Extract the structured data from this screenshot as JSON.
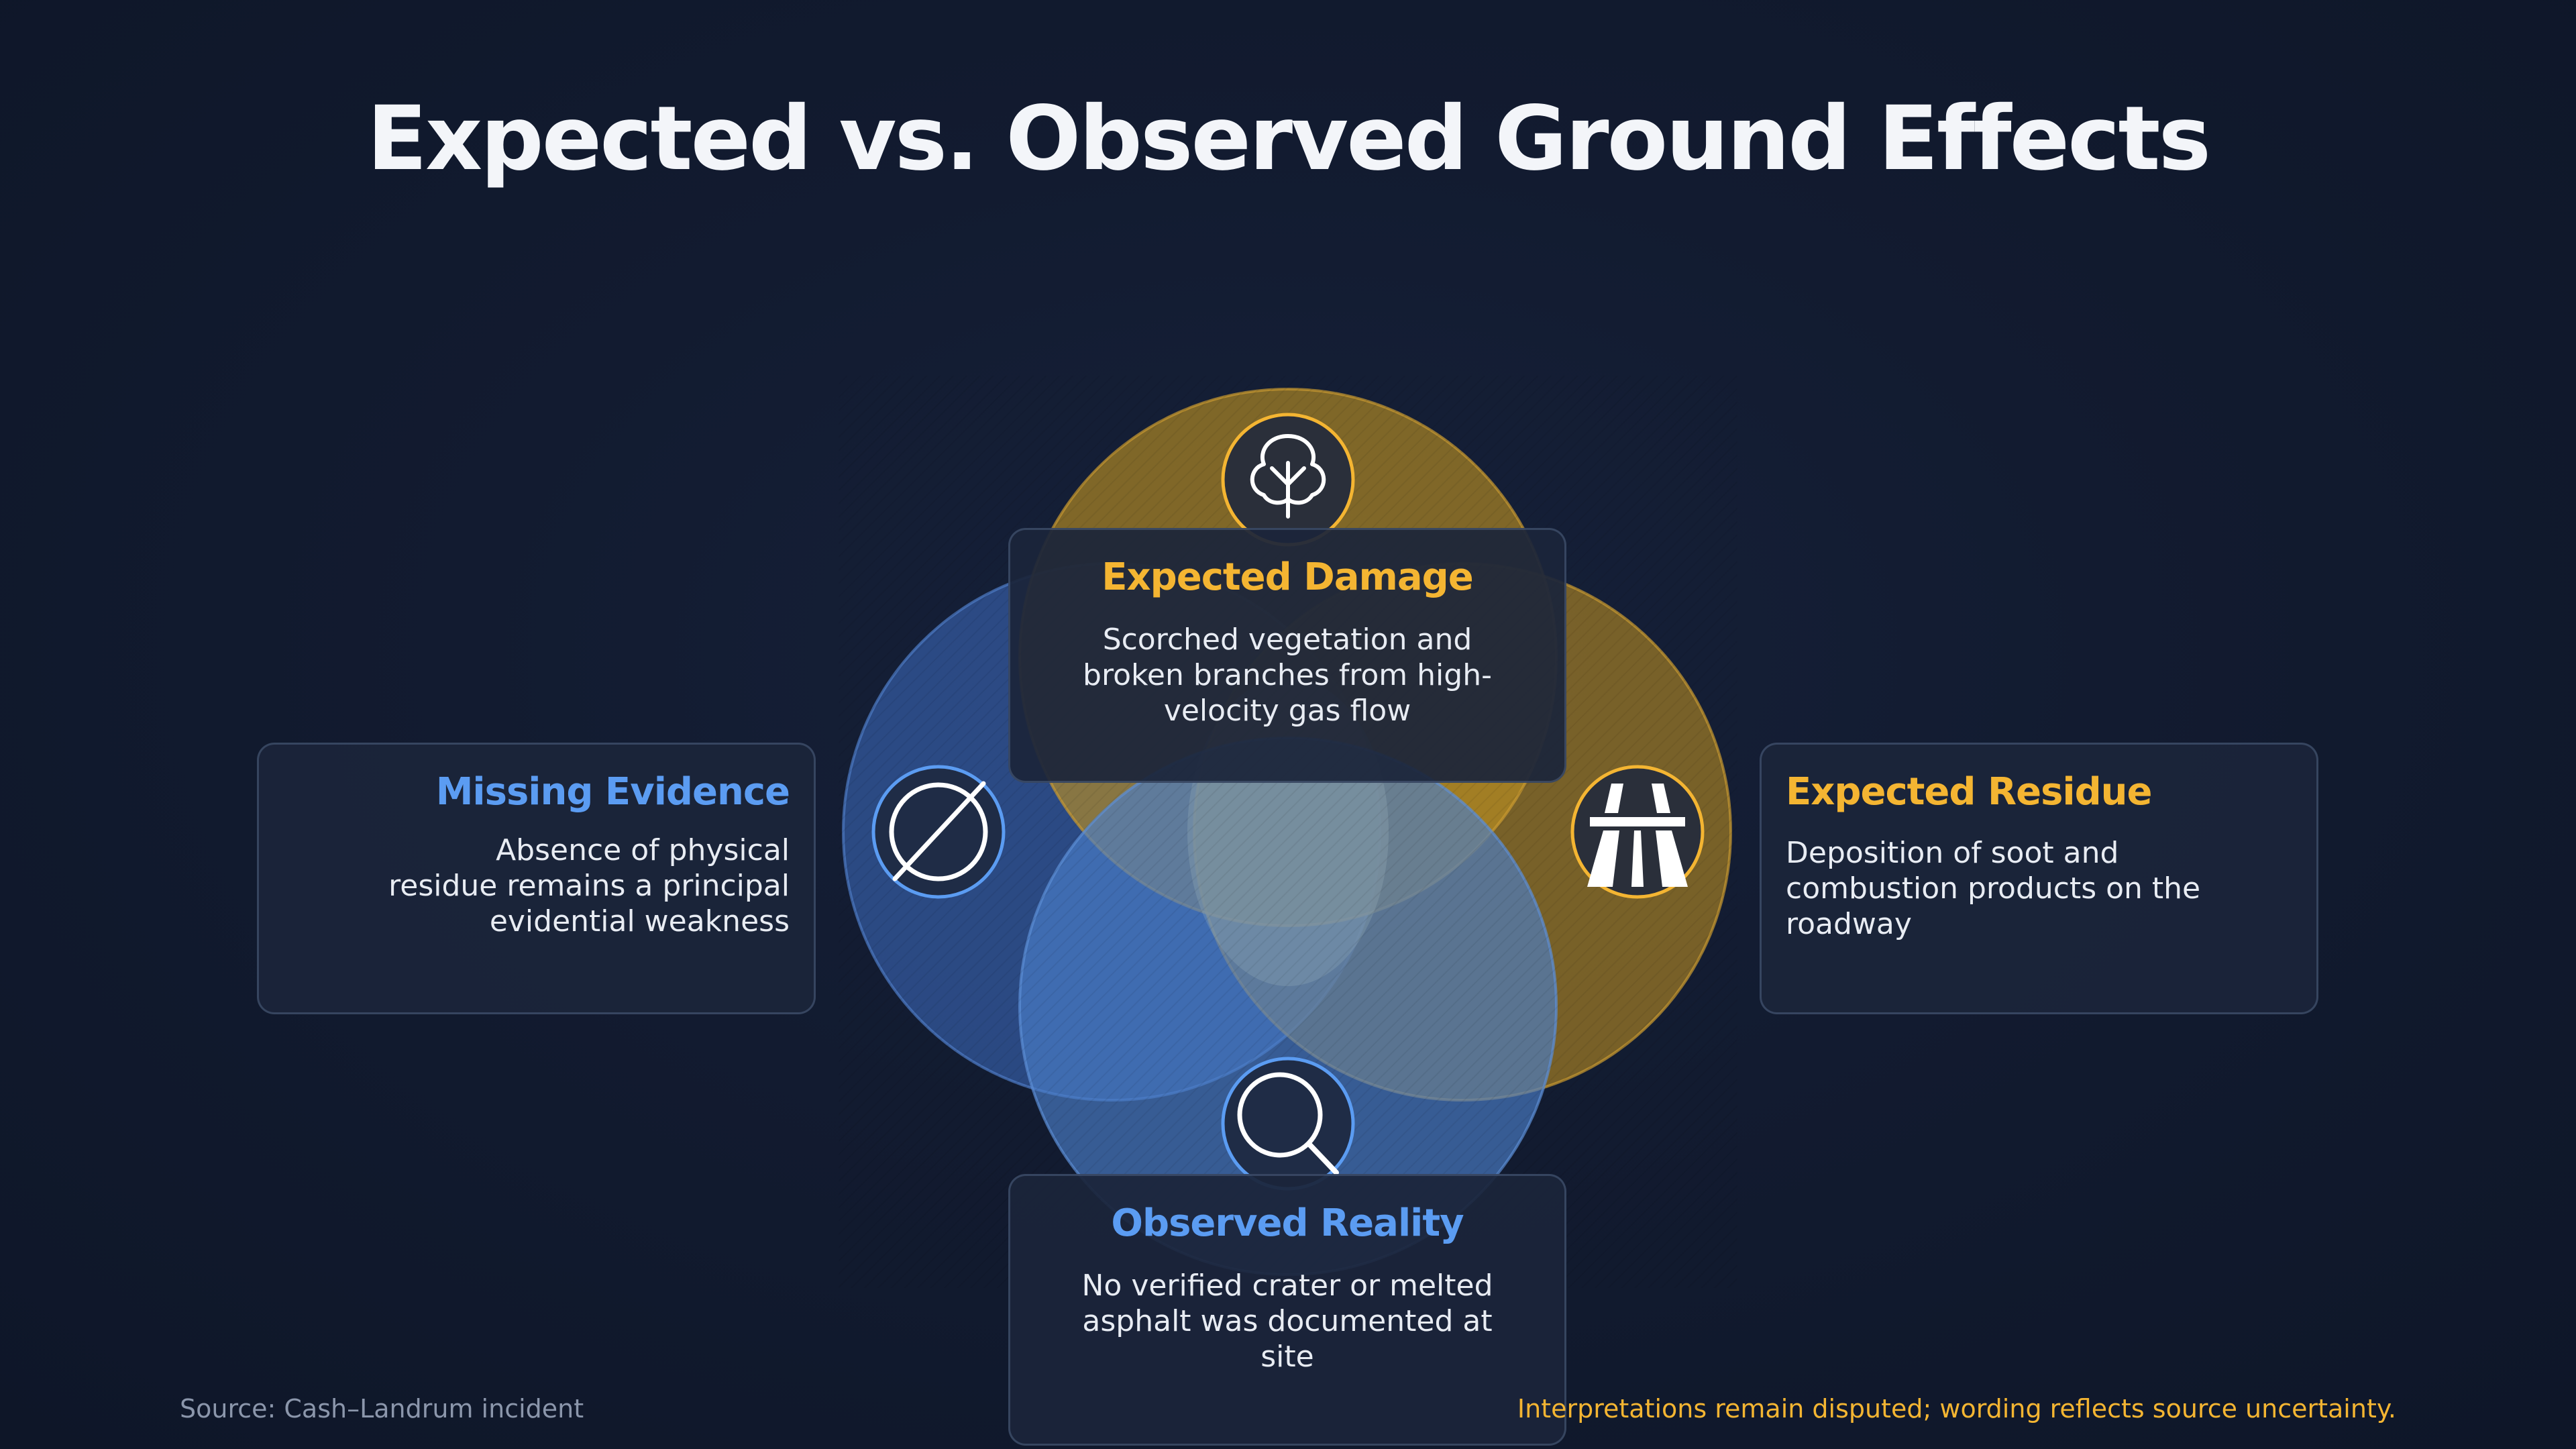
{
  "title": "Expected vs. Observed Ground Effects",
  "colors": {
    "gold": "#f4b532",
    "blue": "#5b9cf2",
    "background": "#111a2e",
    "card": "#1b253a"
  },
  "icons": {
    "top": "tree-icon",
    "left": "empty-set-icon",
    "right": "road-icon",
    "bottom": "magnifier-icon"
  },
  "cards": {
    "expected_damage": {
      "title": "Expected Damage",
      "text": "Scorched vegetation and broken branches from high-velocity gas flow"
    },
    "observed_reality": {
      "title": "Observed Reality",
      "text": "No verified crater or melted asphalt was documented at site"
    },
    "missing_evidence": {
      "title": "Missing Evidence",
      "text": "Absence of physical residue remains a principal evidential weakness"
    },
    "expected_residue": {
      "title": "Expected Residue",
      "text": "Deposition of soot and combustion products on the roadway"
    }
  },
  "footer": {
    "source": "Source: Cash–Landrum incident",
    "note": "Interpretations remain disputed; wording reflects source uncertainty."
  }
}
